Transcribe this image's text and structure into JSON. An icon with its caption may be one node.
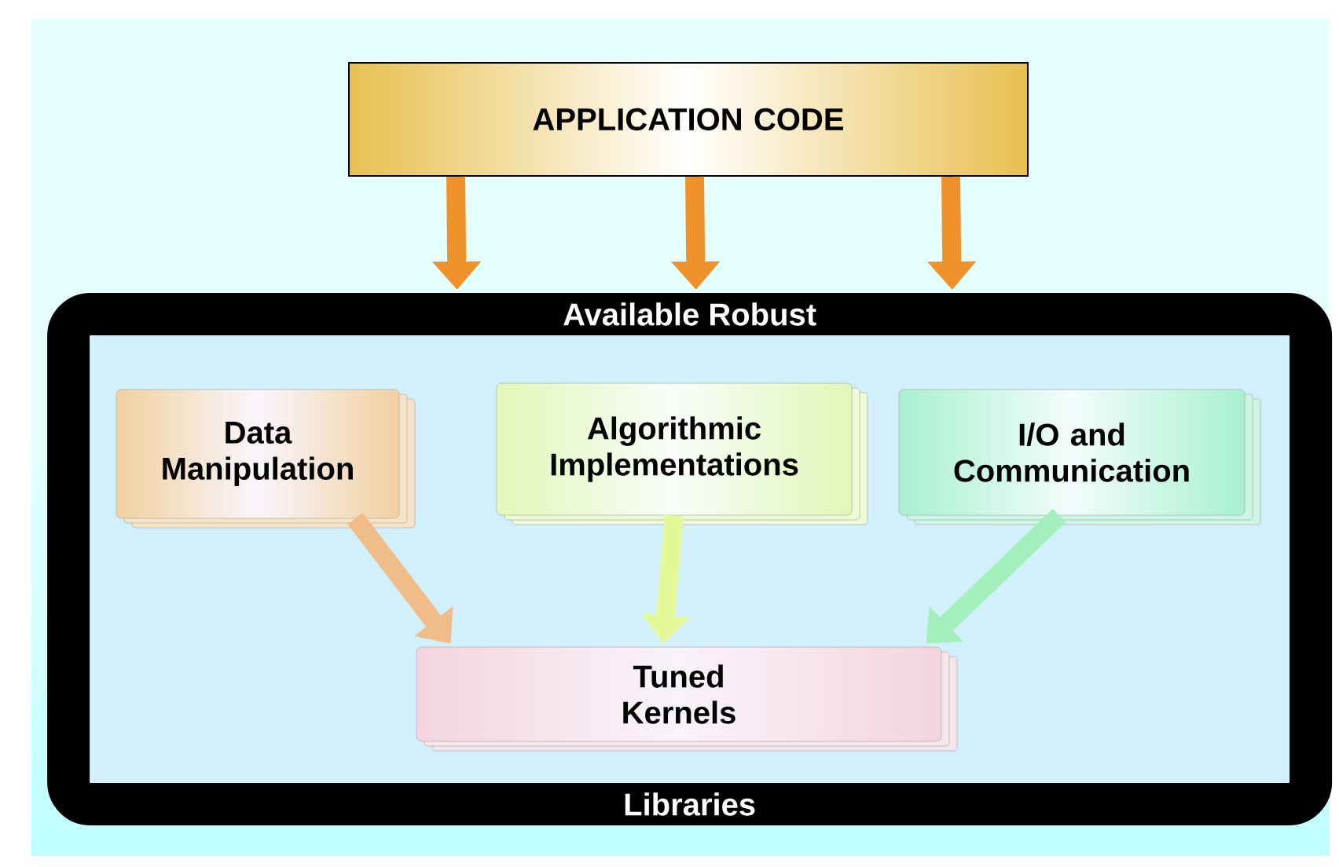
{
  "diagram": {
    "nodes": [
      {
        "text": [
          "APPLICATION CODE"
        ]
      },
      {
        "text": [
          "Available Robust",
          "Libraries"
        ]
      },
      {
        "text": [
          "Data Manipulation"
        ],
        "in": 1
      },
      {
        "text": [
          "Algorithmic Implementations"
        ],
        "in": 1
      },
      {
        "text": [
          "I/O and Communication"
        ],
        "in": 1
      },
      {
        "text": [
          "Tuned Kernels"
        ],
        "in": 1
      }
    ],
    "edges": [
      {
        "from": 0,
        "to": 1,
        "arrow": "to",
        "color": "#f0922c"
      },
      {
        "from": 0,
        "to": 1,
        "arrow": "to",
        "color": "#f0922c"
      },
      {
        "from": 0,
        "to": 1,
        "arrow": "to",
        "color": "#f0922c"
      },
      {
        "from": 2,
        "to": 5,
        "arrow": "to",
        "color": "#f0bc88"
      },
      {
        "from": 3,
        "to": 5,
        "arrow": "to",
        "color": "#e4f89a"
      },
      {
        "from": 4,
        "to": 5,
        "arrow": "to",
        "color": "#a4f0bc"
      }
    ]
  }
}
